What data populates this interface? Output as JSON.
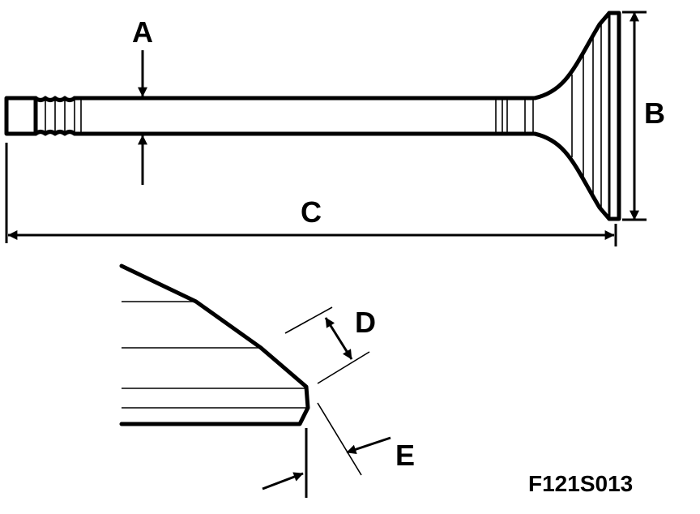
{
  "labels": {
    "a": "A",
    "b": "B",
    "c": "C",
    "d": "D",
    "e": "E"
  },
  "figure_code": "F121S013",
  "colors": {
    "ink": "#000000",
    "paper": "#ffffff"
  }
}
